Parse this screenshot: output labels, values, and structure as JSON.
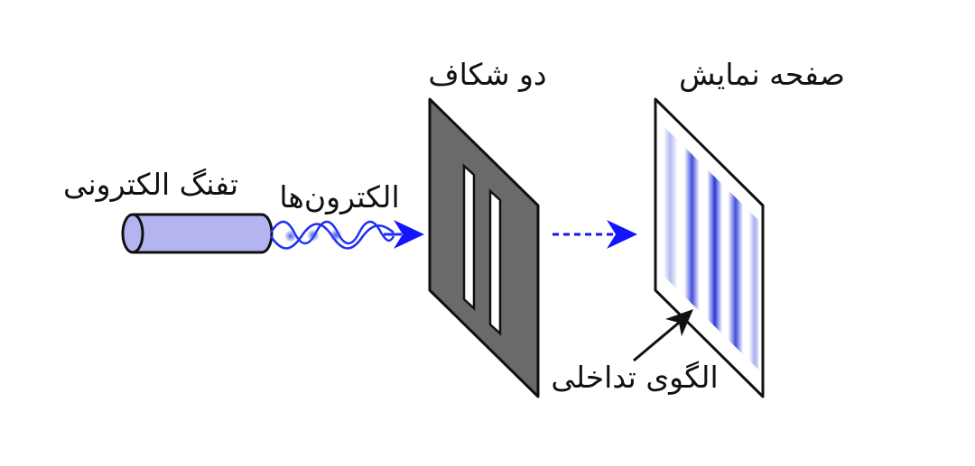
{
  "labels": {
    "electron_gun": "تفنگ الکترونی",
    "electrons": "الکترون‌ها",
    "double_slit": "دو شکاف",
    "screen": "صفحه نمایش",
    "interference_pattern": "الگوی تداخلی"
  },
  "colors": {
    "gun_fill": "#b4b4f0",
    "wave": "#1f2ff0",
    "arrow": "#1414ff",
    "barrier_fill": "#6a6a6a",
    "slit_fill": "#ffffff",
    "fringe": "#2a3ad8",
    "outline": "#111111"
  },
  "icons": {
    "gun": "cylinder-icon",
    "dashed_arrow": "dashed-arrow-icon",
    "pointer_arrow": "black-arrow-icon"
  }
}
